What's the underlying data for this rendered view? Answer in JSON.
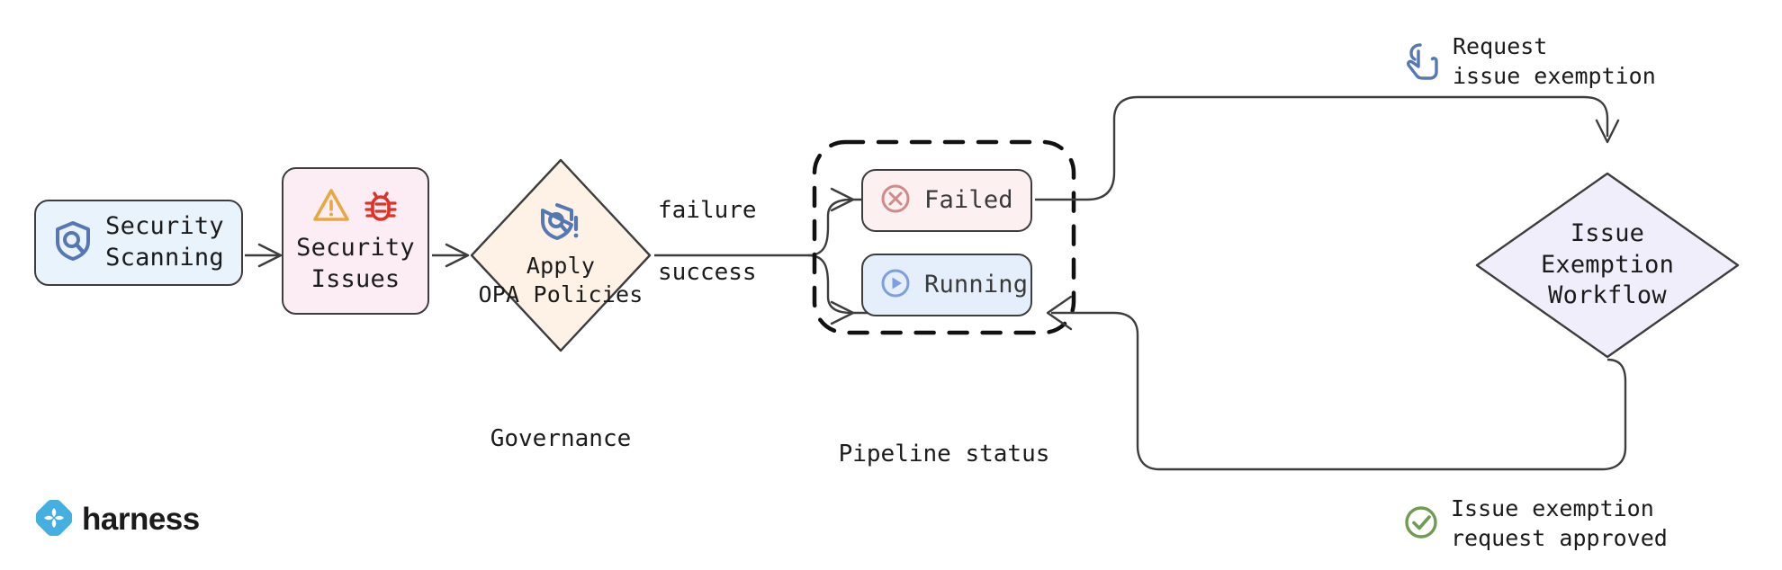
{
  "diagram": {
    "title": "Harness security scanning governance and issue exemption workflow",
    "background": "#ffffff"
  },
  "nodes": {
    "security_scanning": {
      "label_line1": "Security",
      "label_line2": "Scanning",
      "icon": "shield-search-icon",
      "fill": "#e9f3fc",
      "stroke": "#3d3d3d"
    },
    "security_issues": {
      "label_line1": "Security",
      "label_line2": "Issues",
      "icon_warning": "warning-triangle-icon",
      "icon_bug": "bug-icon",
      "fill": "#fcedf4",
      "warning_color": "#e6a942",
      "bug_color": "#e03127"
    },
    "apply_opa": {
      "label_line1": "Apply",
      "label_line2": "OPA Policies",
      "caption": "Governance",
      "icon": "shield-search-alert-icon",
      "fill": "#fdf2e5",
      "stroke": "#3d3d3d"
    },
    "failed": {
      "label": "Failed",
      "icon": "x-circle-icon",
      "fill": "#fdf0f1",
      "icon_color": "#d08a8a"
    },
    "running": {
      "label": "Running",
      "icon": "play-circle-icon",
      "fill": "#e4effb",
      "icon_color": "#7d9ee0"
    },
    "pipeline_status_group": {
      "caption": "Pipeline status",
      "border_style": "dashed",
      "stroke": "#111111"
    },
    "issue_exemption_workflow": {
      "label_line1": "Issue",
      "label_line2": "Exemption",
      "label_line3": "Workflow",
      "fill": "#f0eefb",
      "stroke": "#3d3d3d"
    }
  },
  "edge_labels": {
    "failure": "failure",
    "success": "success"
  },
  "annotations": {
    "request": {
      "icon": "tap-hand-icon",
      "icon_color": "#5578b5",
      "line1": "Request",
      "line2": "issue exemption"
    },
    "approved": {
      "icon": "check-circle-icon",
      "icon_color": "#6f9b52",
      "line1": "Issue exemption",
      "line2": "request approved"
    }
  },
  "branding": {
    "logo_icon": "harness-logo-icon",
    "wordmark": "harness",
    "logo_color": "#45b0e0"
  }
}
